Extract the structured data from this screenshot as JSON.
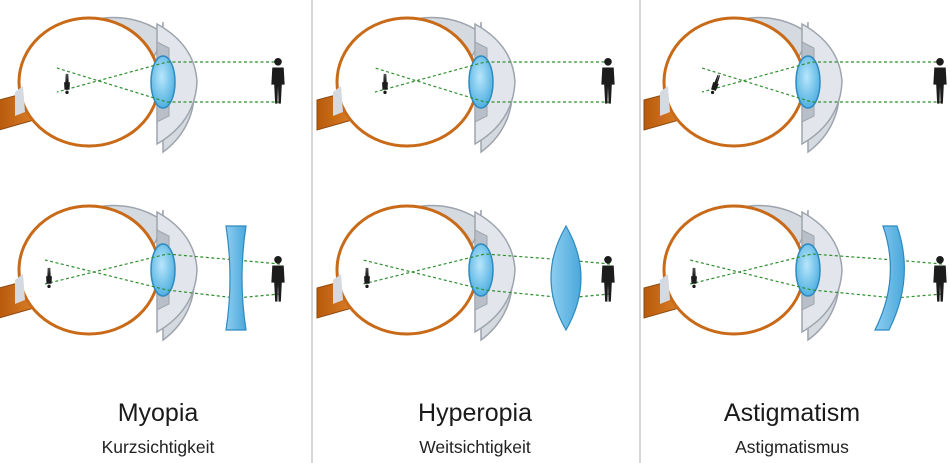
{
  "panels": [
    {
      "id": "myopia",
      "title": "Myopia",
      "subtitle": "Kurzsichtigkeit"
    },
    {
      "id": "hyperopia",
      "title": "Hyperopia",
      "subtitle": "Weitsichtigkeit"
    },
    {
      "id": "astigmatism",
      "title": "Astigmatism",
      "subtitle": "Astigmatismus"
    }
  ],
  "colors": {
    "sclera": "#d5d9e0",
    "sclera_edge": "#9ea4ad",
    "choroid": "#c86a18",
    "optic_nerve": "#cc6a12",
    "lens_fill": "#5cb9e6",
    "lens_edge": "#2e8ac0",
    "ray": "#2f8f2f",
    "figure": "#1c1c1c",
    "divider": "#c9c9c9"
  },
  "corrective_lenses": {
    "myopia": "concave",
    "hyperopia": "convex",
    "astigmatism": "cylindrical"
  }
}
